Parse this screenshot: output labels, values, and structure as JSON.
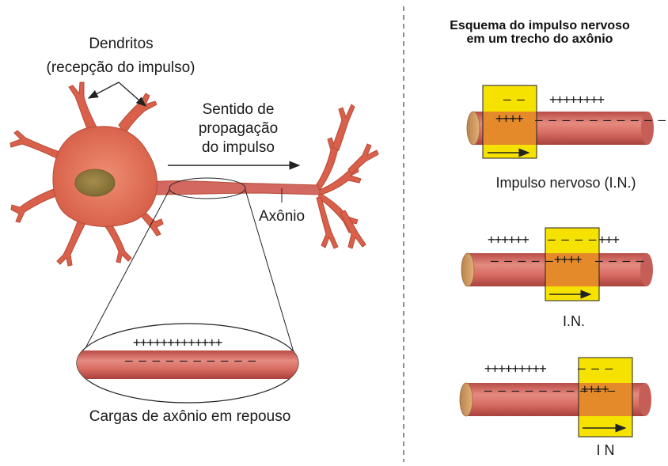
{
  "left_panel": {
    "dendrites_label": "Dendritos",
    "dendrites_sub": "(recepção do impulso)",
    "direction_line1": "Sentido de",
    "direction_line2": "propagação",
    "direction_line3": "do impulso",
    "axon_label": "Axônio",
    "resting_plus": "+++++++++++++",
    "resting_minus": "– – – – – – – – – –",
    "resting_caption": "Cargas de axônio em repouso"
  },
  "right_panel": {
    "title_line1": "Esquema do impulso nervoso",
    "title_line2": "em um trecho do axônio",
    "panel1": {
      "top_minus": "– –",
      "top_plus": "++++++++",
      "inner_plus": "++++",
      "inner_minus": "– – – – – – – – – –",
      "caption": "Impulso nervoso (I.N.)"
    },
    "panel2": {
      "top_plus_left": "++++++",
      "top_minus": "– – – –",
      "top_plus_right": "+++",
      "inner_minus_left": "– – – – –",
      "inner_plus": "++++",
      "inner_minus_right": "– – – –",
      "caption": "I.N."
    },
    "panel3": {
      "top_plus": "+++++++++",
      "top_minus": "– – –",
      "inner_minus": "– – – – – – – – – –",
      "inner_plus": "++++",
      "caption": "I N"
    }
  },
  "colors": {
    "neuron_body": "#d9604a",
    "nucleus": "#8f7a3a",
    "axon": "#d2685f",
    "highlight": "#f6e200",
    "highlight_overlap": "#e58a2a"
  }
}
